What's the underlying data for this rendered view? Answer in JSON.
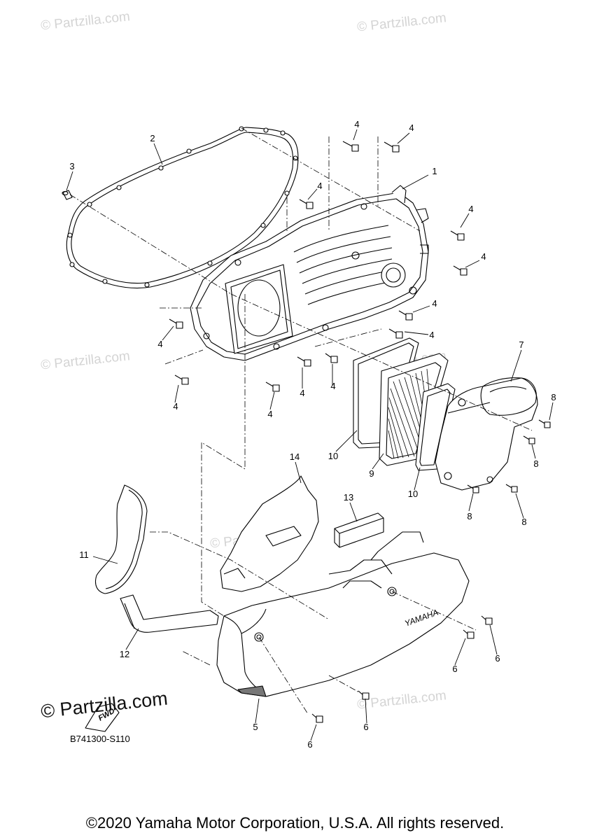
{
  "watermarks": [
    "© Partzilla.com",
    "© Partzilla.com",
    "© Partzilla.com",
    "© Partzilla.com",
    "© Partzilla.com",
    "© Partzilla.com"
  ],
  "logo_watermark": "© Partzilla.com",
  "fwd_label": "FWD",
  "brand_mark": "YAMAHA",
  "diagram_code": "B741300-S110",
  "copyright": "©2020 Yamaha Motor Corporation, U.S.A. All rights reserved.",
  "callouts": {
    "c1": "1",
    "c2": "2",
    "c3": "3",
    "c4a": "4",
    "c4b": "4",
    "c4c": "4",
    "c4d": "4",
    "c4e": "4",
    "c4f": "4",
    "c4g": "4",
    "c4h": "4",
    "c4i": "4",
    "c4j": "4",
    "c4k": "4",
    "c4l": "4",
    "c5": "5",
    "c6a": "6",
    "c6b": "6",
    "c6c": "6",
    "c6d": "6",
    "c7": "7",
    "c8a": "8",
    "c8b": "8",
    "c8c": "8",
    "c8d": "8",
    "c9": "9",
    "c10a": "10",
    "c10b": "10",
    "c11": "11",
    "c12": "12",
    "c13": "13",
    "c14": "14"
  }
}
